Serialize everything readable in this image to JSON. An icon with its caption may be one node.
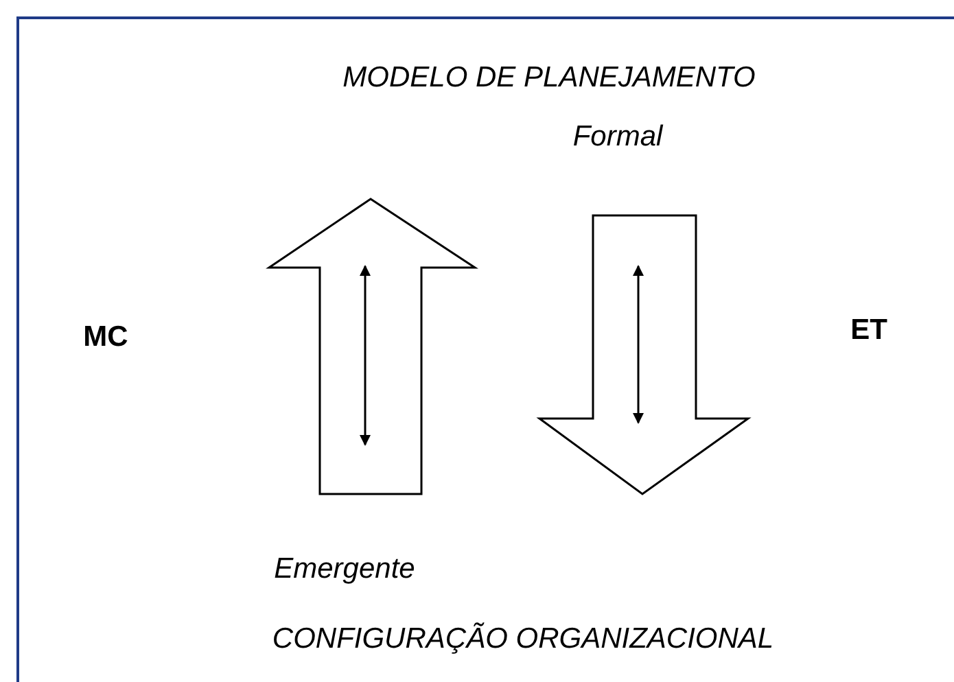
{
  "diagram": {
    "labels": [
      "MODELO DE PLANEJAMENTO",
      "Formal",
      "MC",
      "ET",
      "Emergente",
      "CONFIGURAÇÃO ORGANIZACIONAL"
    ]
  }
}
